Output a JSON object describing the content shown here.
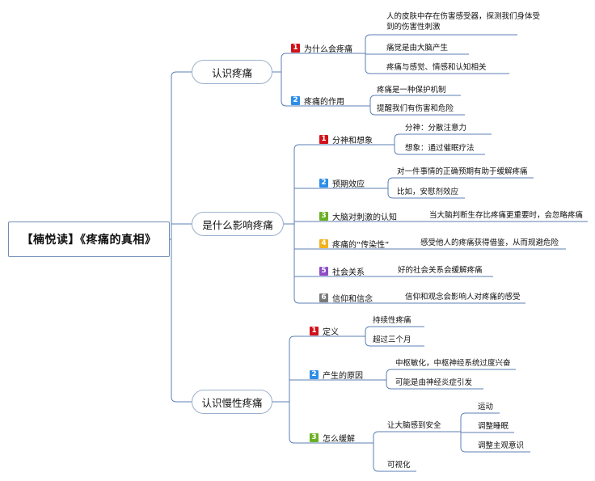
{
  "root": {
    "label": "【楠悦读】《疼痛的真相》"
  },
  "colors": {
    "line": "#5b7fb4",
    "red": "#d0121b",
    "blue": "#2d8ee8",
    "green": "#6ab024",
    "yellow": "#f1b31c",
    "purple": "#8e4ec6",
    "gray": "#7a7a7a"
  },
  "branches": [
    {
      "label": "认识疼痛",
      "children": [
        {
          "num": "1",
          "color": "red",
          "label": "为什么会疼痛",
          "children": [
            {
              "label": "人的皮肤中存在伤害感受器，探测我们身体受到的伤害性刺激"
            },
            {
              "label": "痛觉是由大脑产生"
            },
            {
              "label": "疼痛与感觉、情感和认知相关"
            }
          ]
        },
        {
          "num": "2",
          "color": "blue",
          "label": "疼痛的作用",
          "children": [
            {
              "label": "疼痛是一种保护机制"
            },
            {
              "label": "提醒我们有伤害和危险"
            }
          ]
        }
      ]
    },
    {
      "label": "是什么影响疼痛",
      "children": [
        {
          "num": "1",
          "color": "red",
          "label": "分神和想象",
          "children": [
            {
              "label": "分神：分散注意力"
            },
            {
              "label": "想象：通过催眠疗法"
            }
          ]
        },
        {
          "num": "2",
          "color": "blue",
          "label": "预期效应",
          "children": [
            {
              "label": "对一件事情的正确预期有助于缓解疼痛"
            },
            {
              "label": "比如，安慰剂效应"
            }
          ]
        },
        {
          "num": "3",
          "color": "green",
          "label": "大脑对刺激的认知",
          "children": [
            {
              "label": "当大脑判断生存比疼痛更重要时，会忽略疼痛"
            }
          ]
        },
        {
          "num": "4",
          "color": "yellow",
          "label": "疼痛的“传染性”",
          "children": [
            {
              "label": "感受他人的疼痛获得借鉴，从而规避危险"
            }
          ]
        },
        {
          "num": "5",
          "color": "purple",
          "label": "社会关系",
          "children": [
            {
              "label": "好的社会关系会缓解疼痛"
            }
          ]
        },
        {
          "num": "6",
          "color": "gray",
          "label": "信仰和信念",
          "children": [
            {
              "label": "信仰和观念会影响人对疼痛的感受"
            }
          ]
        }
      ]
    },
    {
      "label": "认识慢性疼痛",
      "children": [
        {
          "num": "1",
          "color": "red",
          "label": "定义",
          "children": [
            {
              "label": "持续性疼痛"
            },
            {
              "label": "超过三个月"
            }
          ]
        },
        {
          "num": "2",
          "color": "blue",
          "label": "产生的原因",
          "children": [
            {
              "label": "中枢敏化，中枢神经系统过度兴奋"
            },
            {
              "label": "可能是由神经炎症引发"
            }
          ]
        },
        {
          "num": "3",
          "color": "green",
          "label": "怎么缓解",
          "children": [
            {
              "label": "让大脑感到安全",
              "children": [
                {
                  "label": "运动"
                },
                {
                  "label": "调整睡眠"
                },
                {
                  "label": "调整主观意识"
                }
              ]
            },
            {
              "label": "可视化"
            }
          ]
        }
      ]
    }
  ]
}
